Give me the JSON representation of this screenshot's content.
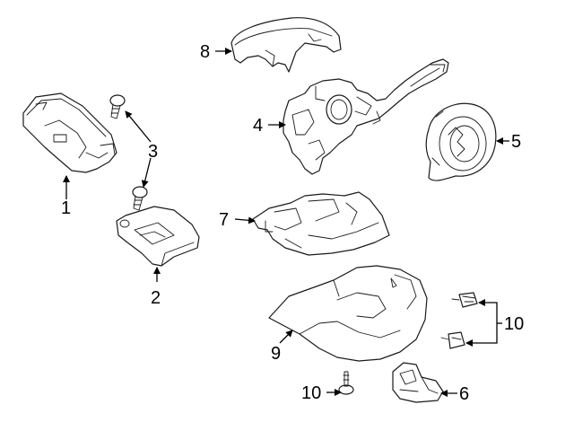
{
  "callouts": {
    "c1": "1",
    "c2": "2",
    "c3": "3",
    "c4": "4",
    "c5": "5",
    "c6": "6",
    "c7": "7",
    "c8": "8",
    "c9": "9",
    "c10a": "10",
    "c10b": "10"
  },
  "colors": {
    "line": "#1a1a1a",
    "background": "#ffffff"
  }
}
